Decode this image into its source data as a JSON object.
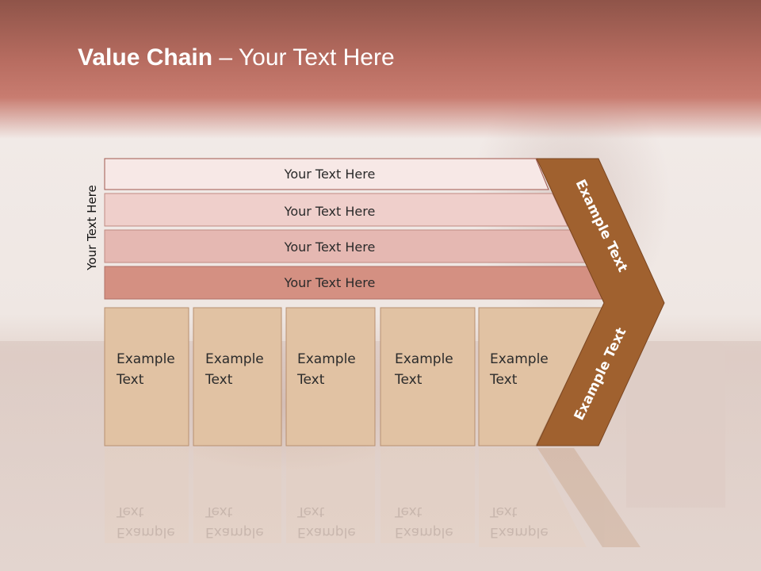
{
  "title": {
    "bold": "Value Chain",
    "rest": " – Your Text Here"
  },
  "side_label": "Your Text Here",
  "bars": [
    "Your Text Here",
    "Your Text Here",
    "Your Text Here",
    "Your Text Here"
  ],
  "boxes": [
    {
      "line1": "Example",
      "line2": "Text"
    },
    {
      "line1": "Example",
      "line2": "Text"
    },
    {
      "line1": "Example",
      "line2": "Text"
    },
    {
      "line1": "Example",
      "line2": "Text"
    },
    {
      "line1": "Example",
      "line2": "Text"
    }
  ],
  "chevron": {
    "upper": "Example Text",
    "lower": "Example Text"
  },
  "colors": {
    "bar1": "#f7e8e6",
    "bar2": "#efcfcb",
    "bar3": "#e5b8b2",
    "bar4": "#d49082",
    "bar_stroke": "#a0584e",
    "box_fill": "#e1c2a3",
    "box_stroke": "#b89070",
    "chevron": "#a0612f"
  }
}
